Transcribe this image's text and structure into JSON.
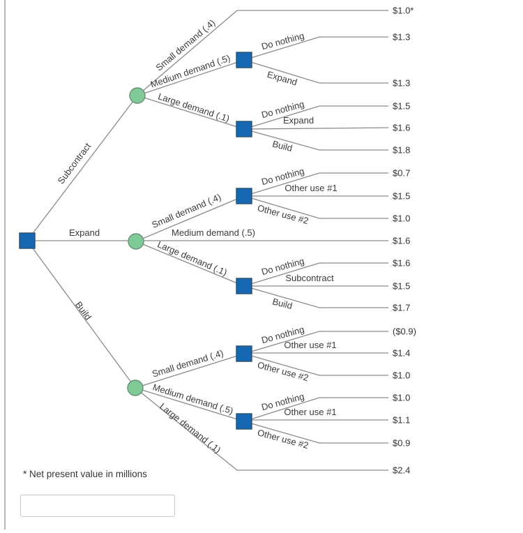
{
  "figure": {
    "type": "decision-tree",
    "footnote": "* Net present value in millions"
  },
  "colors": {
    "decision_node_fill": "#1567b1",
    "decision_node_border": "#2c4f6e",
    "chance_node_fill": "#7fca96",
    "chance_node_border": "#678f75",
    "branch_line": "#8a8a8a",
    "text": "#3a3a3a"
  },
  "answer_box": {
    "value": ""
  },
  "tree": {
    "branches": [
      {
        "label": "Subcontract",
        "outcomes": [
          {
            "label": "Small demand (.4)",
            "value": "$1.0*"
          },
          {
            "label": "Medium demand (.5)",
            "actions": [
              {
                "label": "Do nothing",
                "value": "$1.3"
              },
              {
                "label": "Expand",
                "value": "$1.3"
              }
            ]
          },
          {
            "label": "Large demand (.1)",
            "actions": [
              {
                "label": "Do nothing",
                "value": "$1.5"
              },
              {
                "label": "Expand",
                "value": "$1.6"
              },
              {
                "label": "Build",
                "value": "$1.8"
              }
            ]
          }
        ]
      },
      {
        "label": "Expand",
        "outcomes": [
          {
            "label": "Small demand (.4)",
            "actions": [
              {
                "label": "Do nothing",
                "value": "$0.7"
              },
              {
                "label": "Other use #1",
                "value": "$1.5"
              },
              {
                "label": "Other use #2",
                "value": "$1.0"
              }
            ]
          },
          {
            "label": "Medium demand (.5)",
            "value": "$1.6"
          },
          {
            "label": "Large demand (.1)",
            "actions": [
              {
                "label": "Do nothing",
                "value": "$1.6"
              },
              {
                "label": "Subcontract",
                "value": "$1.5"
              },
              {
                "label": "Build",
                "value": "$1.7"
              }
            ]
          }
        ]
      },
      {
        "label": "Build",
        "outcomes": [
          {
            "label": "Small demand (.4)",
            "actions": [
              {
                "label": "Do nothing",
                "value": "($0.9)"
              },
              {
                "label": "Other use #1",
                "value": "$1.4"
              },
              {
                "label": "Other use #2",
                "value": "$1.0"
              }
            ]
          },
          {
            "label": "Medium demand (.5)",
            "actions": [
              {
                "label": "Do nothing",
                "value": "$1.0"
              },
              {
                "label": "Other use #1",
                "value": "$1.1"
              },
              {
                "label": "Other use #2",
                "value": "$0.9"
              }
            ]
          },
          {
            "label": "Large demand (.1)",
            "value": "$2.4"
          }
        ]
      }
    ]
  }
}
